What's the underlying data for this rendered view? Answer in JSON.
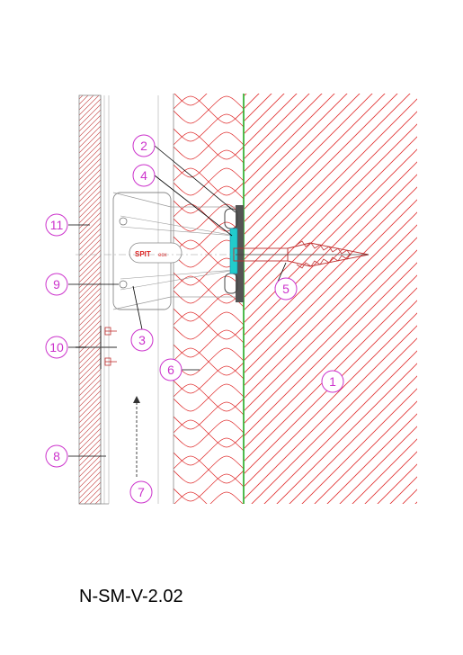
{
  "drawing_code": "N-SM-V-2.02",
  "bracket_brand": "SPIT",
  "bracket_brand_suffix": "eox",
  "callouts": [
    "1",
    "2",
    "3",
    "4",
    "5",
    "6",
    "7",
    "8",
    "9",
    "10",
    "11"
  ],
  "colors": {
    "masonry_hatch": "#e03030",
    "insulation": "#e03030",
    "cladding_hatch": "#c03030",
    "leader": "#000000",
    "callout": "#cc33cc",
    "membrane": "#22aa22",
    "dowel_cyan": "#22cccc"
  }
}
